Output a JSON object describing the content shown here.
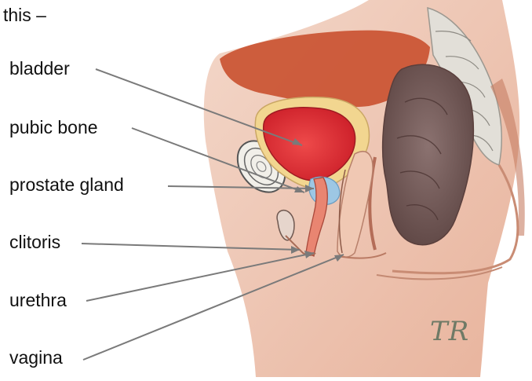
{
  "intro_text": "this –",
  "labels": {
    "bladder": "bladder",
    "pubic_bone": "pubic bone",
    "prostate_gland": "prostate gland",
    "clitoris": "clitoris",
    "urethra": "urethra",
    "vagina": "vagina"
  },
  "signature": "TR",
  "colors": {
    "skin": "#ecc4b0",
    "skin_shadow": "#d78d75",
    "flesh_dark": "#c2401e",
    "bladder": "#e0282e",
    "bone_yellow": "#f4dc9c",
    "bowel": "#7e6362",
    "prostate": "#9dc7e4",
    "leader_line": "#7a7a7a"
  }
}
